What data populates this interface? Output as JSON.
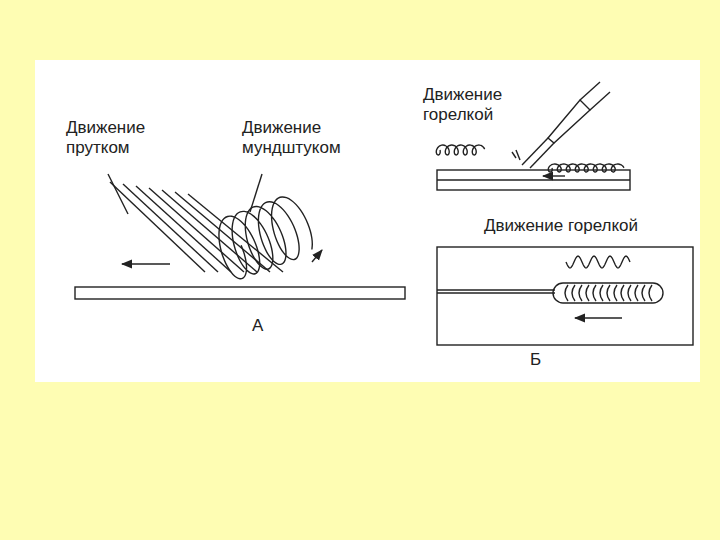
{
  "diagram": {
    "labels": [
      "Движение прутком",
      "Движение мундштуком",
      "А",
      "Движение горелкой",
      "Движение горелкой",
      "Б"
    ]
  }
}
